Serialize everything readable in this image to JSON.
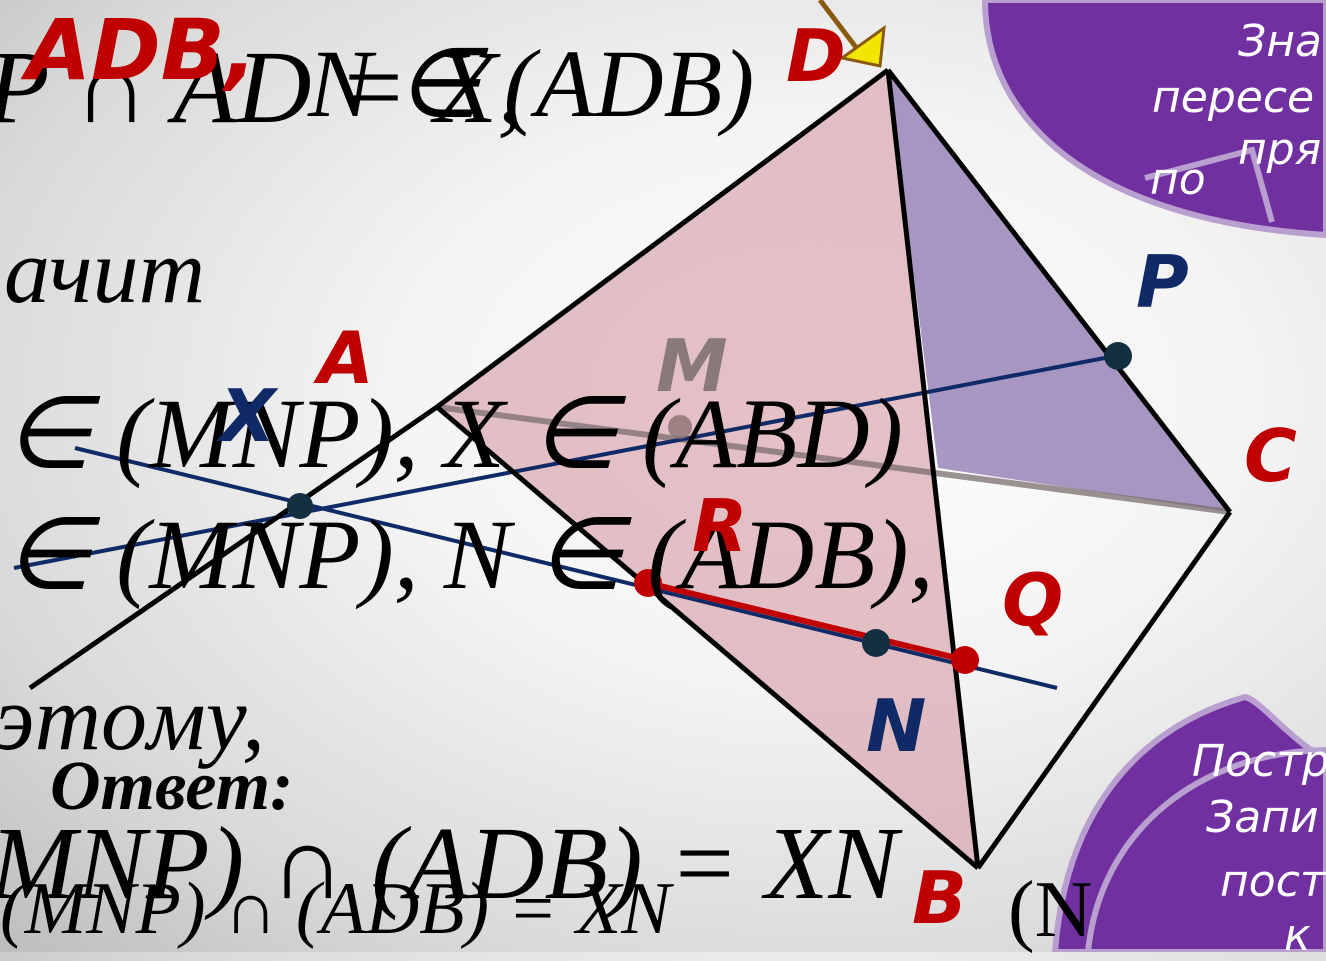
{
  "equations": {
    "line1": "P ∩ AD = X,",
    "line1_overlay": "N ∈ (ADB)",
    "line2": "ачит",
    "line3": "∈ (MNP), X ∈ (ABD)",
    "line4": "∈ (MNP), N ∈ (ADB),",
    "line5": "эmoму,",
    "line6": "MNP) ∩ (ADB) = XN",
    "line7": "(MNP) ∩ (ADB) = XN",
    "line8": "(N"
  },
  "answer_label": "Ответ:",
  "top_label": "ADB,",
  "points": {
    "A": "A",
    "B": "B",
    "C": "C",
    "D": "D",
    "M": "M",
    "N": "N",
    "P": "P",
    "Q": "Q",
    "R": "R",
    "X": "X"
  },
  "bubble_top": {
    "line1": "Зна",
    "line2": "пересе",
    "line3": "пря",
    "line4": "по"
  },
  "bubble_bottom": {
    "line1": "Постр",
    "line2": "Запи",
    "line3": "пост",
    "line4": "к"
  },
  "colors": {
    "red_label": "#c00000",
    "navy_label": "#0f2a66",
    "plane_fill": "#d9a8b2",
    "side_fill": "#9a85b8",
    "bubble_fill": "#7030a0",
    "bubble_border": "#b89fd0",
    "construction_line": "#0f2a66",
    "segment_line": "#c00000"
  }
}
